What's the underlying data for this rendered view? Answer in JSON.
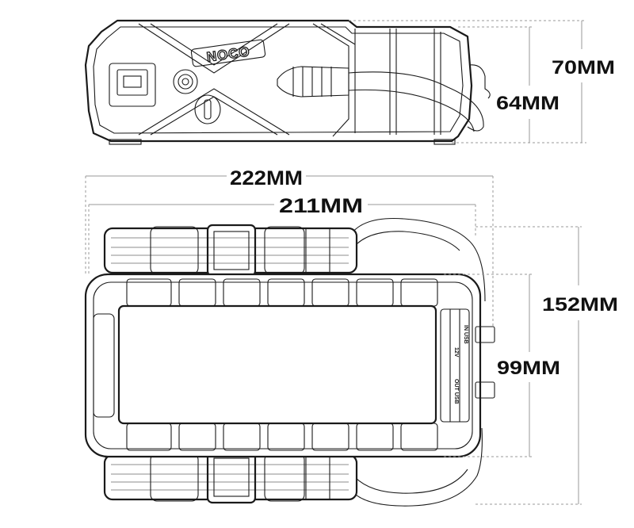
{
  "brand": "NOCO",
  "dimensions": {
    "side_height_outer": "70MM",
    "side_height_inner": "64MM",
    "top_length_outer": "222MM",
    "top_length_inner": "211MM",
    "top_width_outer": "152MM",
    "top_width_inner": "99MM"
  },
  "panel_labels": {
    "in_usb": "IN USB",
    "v12": "12V",
    "out_usb": "OUT USB"
  },
  "colors": {
    "ink": "#1a1a1a",
    "dimension_line": "#9a9a9a",
    "background": "#ffffff"
  }
}
